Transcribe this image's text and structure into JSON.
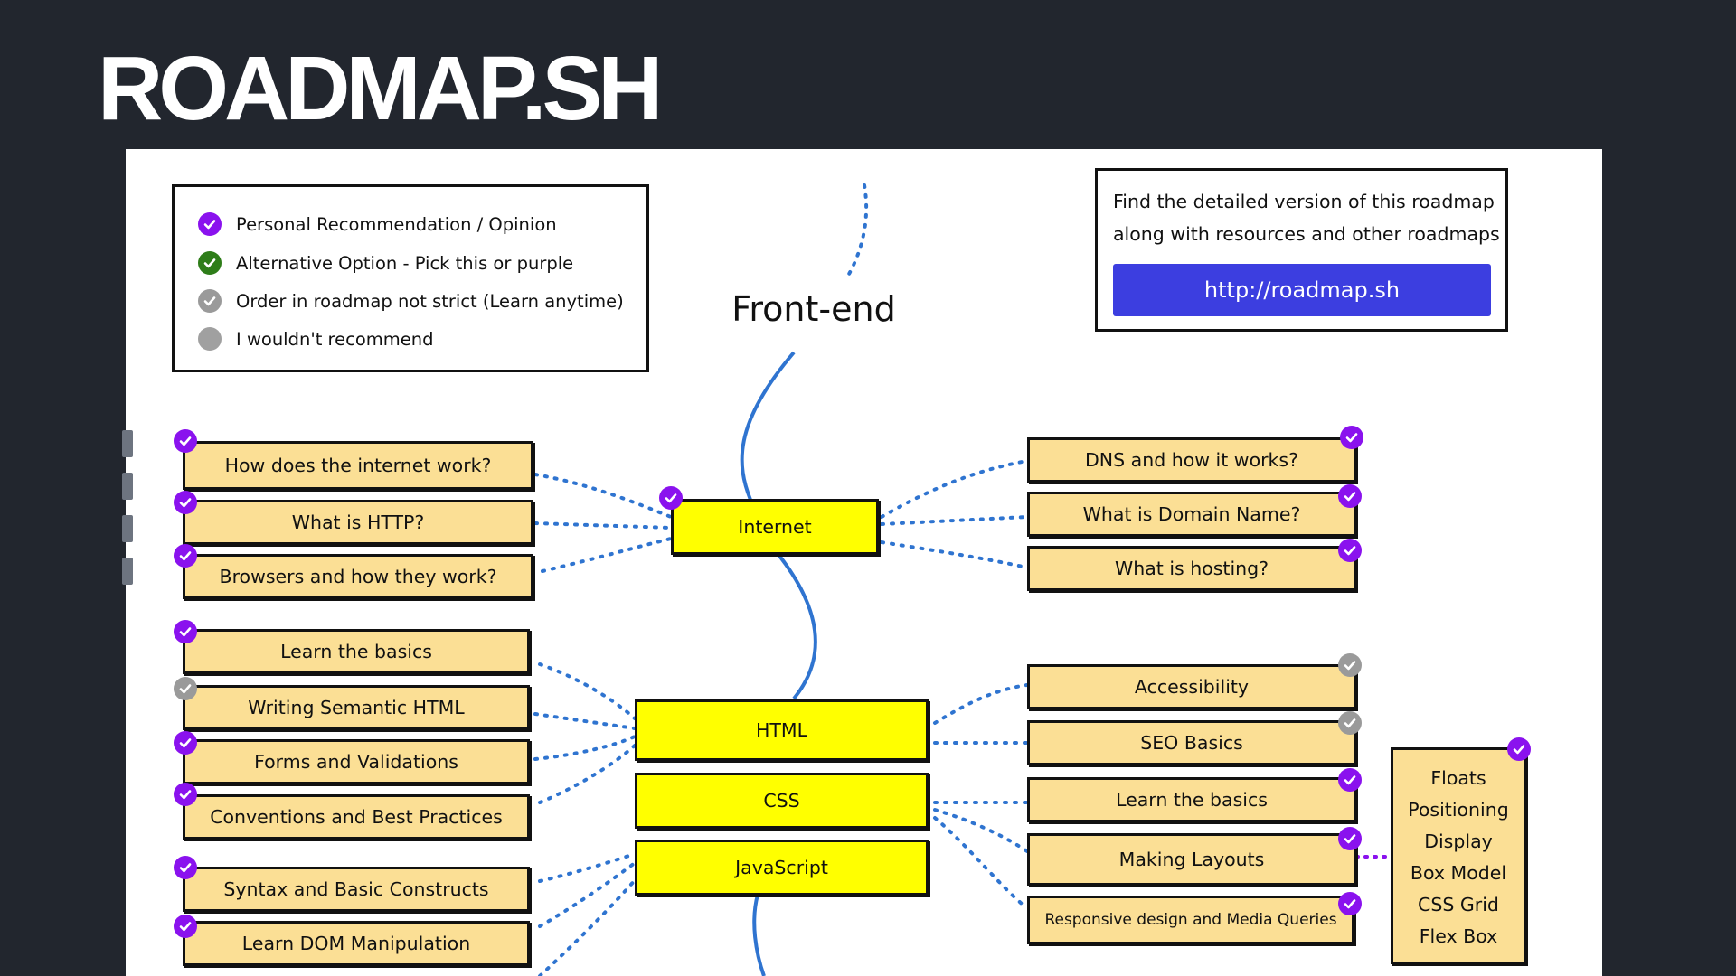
{
  "title": "ROADMAP.SH",
  "colors": {
    "page_bg": "#22262e",
    "canvas_bg": "#ffffff",
    "node_fill": "#fbdf95",
    "main_node_fill": "#ffff00",
    "recommend": "#8a12ee",
    "alternative": "#2e7d19",
    "not_strict": "#9a9a9a",
    "not_recommended": "#a0a0a0",
    "link_button": "#3c3ee0",
    "spine_line": "#2f74d0",
    "dotted_line": "#2f74d0"
  },
  "legend": {
    "items": [
      {
        "icon": "purple-check-icon",
        "label": "Personal Recommendation / Opinion"
      },
      {
        "icon": "green-check-icon",
        "label": "Alternative Option - Pick this or purple"
      },
      {
        "icon": "grey-check-icon",
        "label": "Order in roadmap not strict (Learn anytime)"
      },
      {
        "icon": "grey-dot-icon",
        "label": "I wouldn't recommend"
      }
    ]
  },
  "info": {
    "line1": "Find the detailed version of this roadmap",
    "line2": "along with resources and other roadmaps",
    "link": "http://roadmap.sh"
  },
  "heading": "Front-end",
  "nodes": {
    "internet": "Internet",
    "html": "HTML",
    "css": "CSS",
    "javascript": "JavaScript",
    "how_internet_works": "How does the internet work?",
    "what_is_http": "What is HTTP?",
    "browsers": "Browsers and how they work?",
    "dns": "DNS and how it works?",
    "domain_name": "What is Domain Name?",
    "hosting": "What is hosting?",
    "html_basics": "Learn the basics",
    "semantic_html": "Writing Semantic HTML",
    "forms": "Forms and Validations",
    "conventions": "Conventions and Best Practices",
    "accessibility": "Accessibility",
    "seo": "SEO Basics",
    "css_basics": "Learn the basics",
    "layouts": "Making Layouts",
    "responsive": "Responsive design and Media Queries",
    "syntax": "Syntax and Basic Constructs",
    "dom": "Learn DOM Manipulation"
  },
  "layout_topics": [
    "Floats",
    "Positioning",
    "Display",
    "Box Model",
    "CSS Grid",
    "Flex Box"
  ]
}
